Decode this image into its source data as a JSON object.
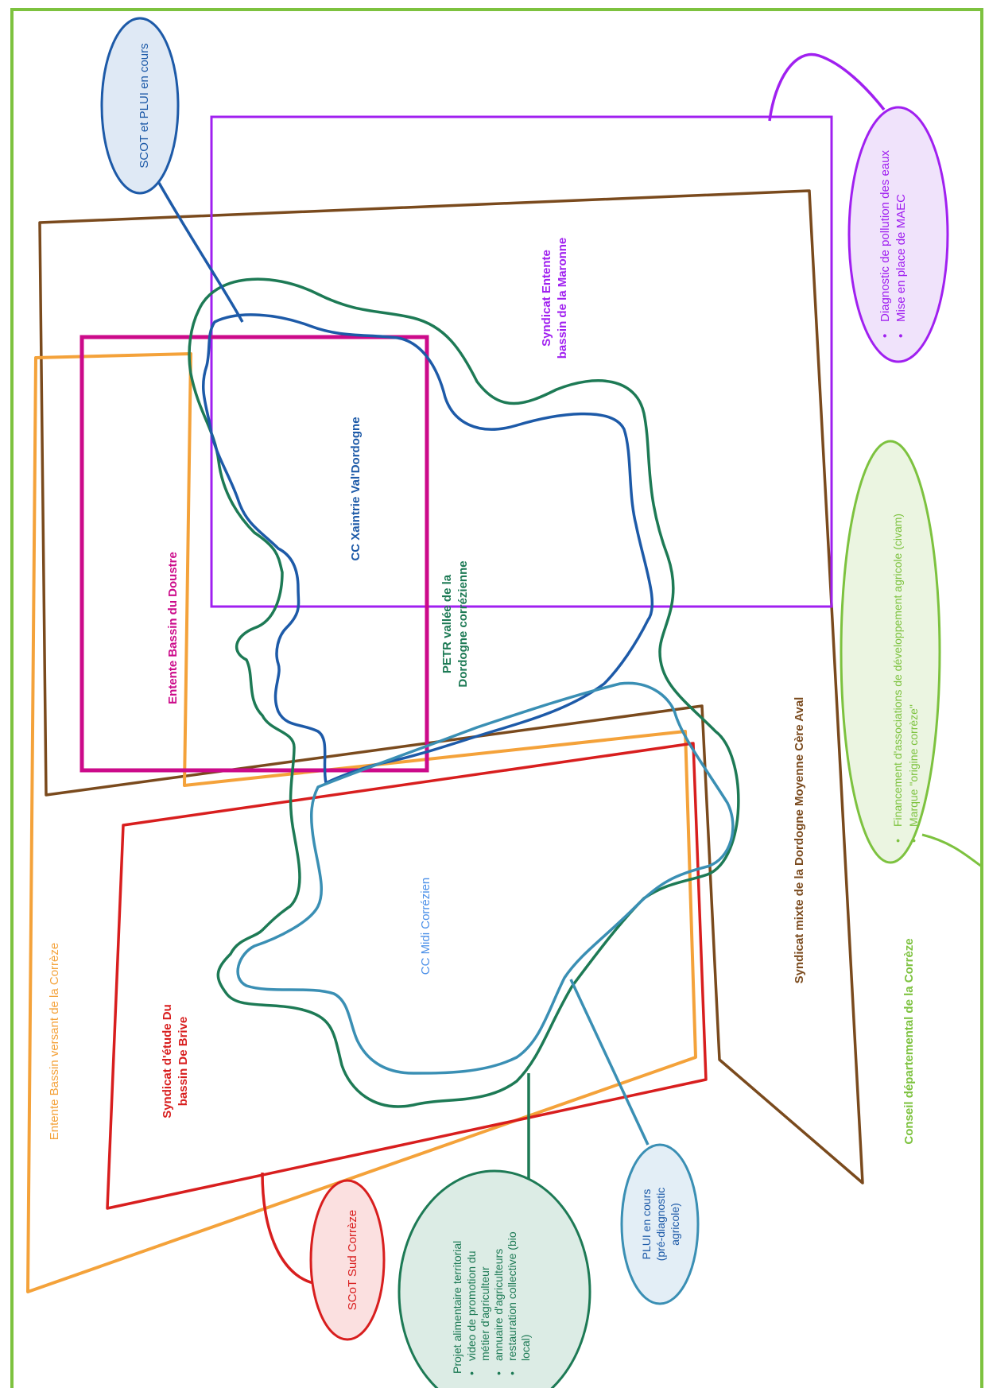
{
  "colors": {
    "green_frame": "#7dc23f",
    "brown": "#7a4a1d",
    "purple": "#a020f0",
    "magenta": "#cc0a8a",
    "orange": "#f4a23a",
    "red": "#d81e1e",
    "dark_blue": "#1d5aa8",
    "teal_green": "#1d7a55",
    "light_blue": "#3a8fb4",
    "pale_blue": "#4a8fe8"
  },
  "labels": {
    "scot_pluie": "SCOT et PLUI en cours",
    "syndicat_maronne_line1": "Syndicat Entente",
    "syndicat_maronne_line2": "bassin de la Maronne",
    "cc_xaintrie": "CC Xaintrie Val'Dordogne",
    "petr_line1": "PETR vallée de la",
    "petr_line2": "Dordogne corrézienne",
    "entente_doustre": "Entente Bassin du Doustre",
    "cc_midi": "CC Midi Corrézien",
    "syndicat_mixte": "Syndicat mixte de la Dordogne Moyenne Cère Aval",
    "syndicat_brive_line1": "Syndicat d'étude Du",
    "syndicat_brive_line2": "bassin De Brive",
    "entente_correze": "Entente Bassin versant de la Corrèze",
    "conseil_departemental": "Conseil départemental de la Corrèze",
    "scot_sud": "SCoT Sud Corrèze"
  },
  "bubbles": {
    "diagnostic": [
      "Diagnostic de pollution des eaux",
      "Mise en place de MAEC"
    ],
    "financement": [
      "Financement d'associations de développement agricole (civam)",
      "Marque \"origine corrèze\""
    ],
    "pluie_line1": "PLUI en cours",
    "pluie_line2": "(pré-diagnostic",
    "pluie_line3": "agricole)",
    "projet_title": "Projet alimentaire territorial",
    "projet_item1_line1": "video de promotion du",
    "projet_item1_line2": "métier d'agriculteur",
    "projet_item2": "annuaire d'agriculteurs",
    "projet_item3_line1": "restauration collective (bio",
    "projet_item3_line2": "local)"
  }
}
